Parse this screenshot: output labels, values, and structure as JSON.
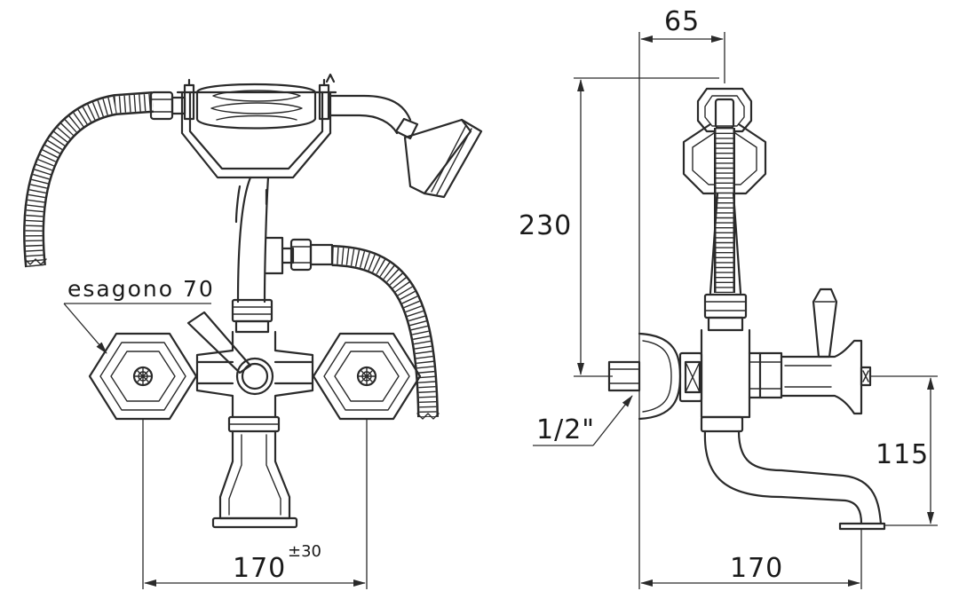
{
  "drawing": {
    "front": {
      "label_hexagon": "esagono 70",
      "width": "170",
      "width_tolerance": "±30"
    },
    "side": {
      "top_offset": "65",
      "height": "230",
      "thread": "1/2\"",
      "spout_height": "115",
      "projection": "170"
    }
  }
}
